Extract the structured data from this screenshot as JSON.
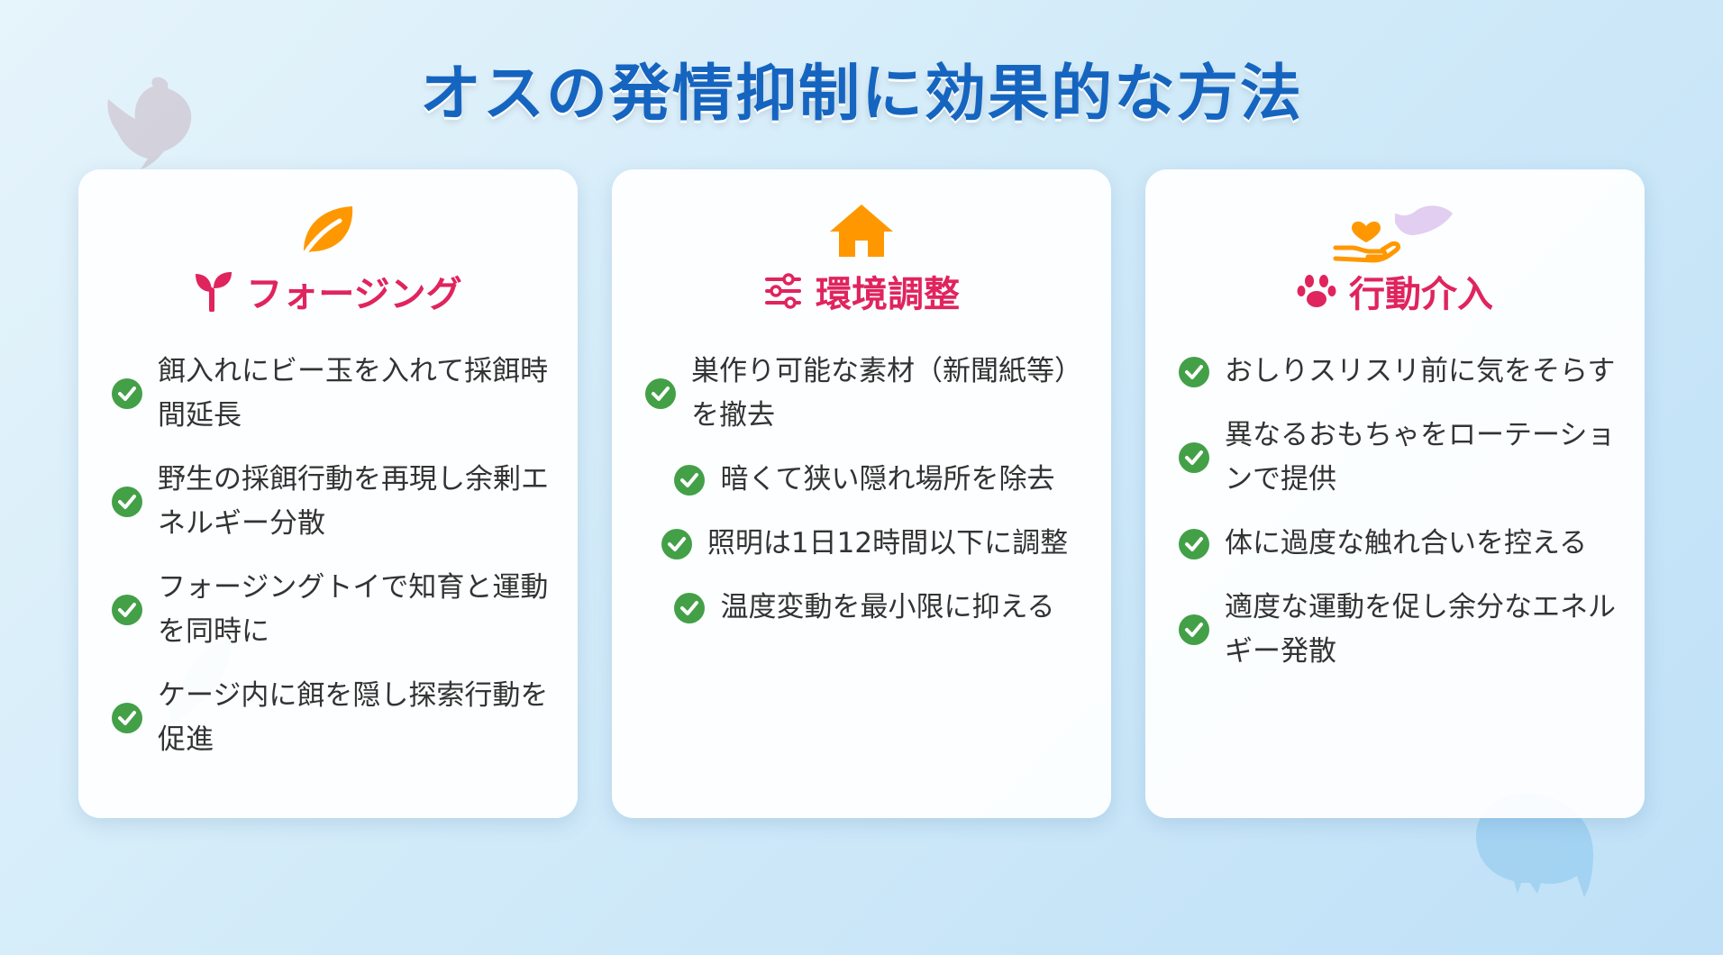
{
  "page": {
    "title": "オスの発情抑制に効果的な方法"
  },
  "colors": {
    "accent": "#e0245e",
    "title": "#1565c0",
    "icon_orange": "#ff9800",
    "check": "#43a047"
  },
  "cards": [
    {
      "top_icon": "leaf-icon",
      "heading_icon": "seedling-icon",
      "heading": "フォージング",
      "items": [
        "餌入れにビー玉を入れて採餌時間延長",
        "野生の採餌行動を再現し余剰エネルギー分散",
        "フォージングトイで知育と運動を同時に",
        "ケージ内に餌を隠し探索行動を促進"
      ]
    },
    {
      "top_icon": "house-icon",
      "heading_icon": "sliders-icon",
      "heading": "環境調整",
      "items": [
        "巣作り可能な素材（新聞紙等）を撤去",
        "暗くて狭い隠れ場所を除去",
        "照明は1日12時間以下に調整",
        "温度変動を最小限に抑える"
      ]
    },
    {
      "top_icon": "hand-holding-heart-icon",
      "heading_icon": "paw-icon",
      "heading": "行動介入",
      "items": [
        "おしりスリスリ前に気をそらす",
        "異なるおもちゃをローテーションで提供",
        "体に過度な触れ合いを控える",
        "適度な運動を促し余分なエネルギー発散"
      ]
    }
  ]
}
